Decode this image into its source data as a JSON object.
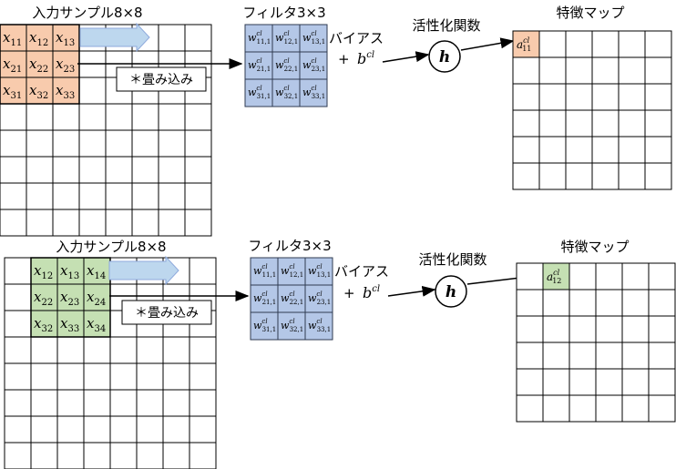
{
  "colors": {
    "input_fill": "#f8cbad",
    "input_fill_2": "#c5e0b3",
    "filter_fill": "#b4c7e7",
    "arrow_fill": "#bdd7ee",
    "arrow_stroke": "#8faadc",
    "output_fill_1": "#f8cbad",
    "output_fill_2": "#c5e0b3"
  },
  "panels": [
    {
      "input_title": "入力サンプル8×8",
      "input_cells": [
        [
          {
            "main": "x",
            "sub": "11"
          },
          {
            "main": "x",
            "sub": "12"
          },
          {
            "main": "x",
            "sub": "13"
          }
        ],
        [
          {
            "main": "x",
            "sub": "21"
          },
          {
            "main": "x",
            "sub": "22"
          },
          {
            "main": "x",
            "sub": "23"
          }
        ],
        [
          {
            "main": "x",
            "sub": "31"
          },
          {
            "main": "x",
            "sub": "32"
          },
          {
            "main": "x",
            "sub": "33"
          }
        ]
      ],
      "conv_label": "＊畳み込み",
      "filter_title": "フィルタ3×3",
      "filter_cells": [
        [
          {
            "sub": "11,1",
            "sup": "cl"
          },
          {
            "sub": "12,1",
            "sup": "cl"
          },
          {
            "sub": "13,1",
            "sup": "cl"
          }
        ],
        [
          {
            "sub": "21,1",
            "sup": "cl"
          },
          {
            "sub": "22,1",
            "sup": "cl"
          },
          {
            "sub": "23,1",
            "sup": "cl"
          }
        ],
        [
          {
            "sub": "31,1",
            "sup": "cl"
          },
          {
            "sub": "32,1",
            "sup": "cl"
          },
          {
            "sub": "33,1",
            "sup": "cl"
          }
        ]
      ],
      "filter_main": "w",
      "bias_label": "バイアス",
      "bias_plus": "+",
      "bias_symbol": "b",
      "bias_sup": "cl",
      "activation_title": "活性化関数",
      "activation_symbol": "h",
      "feature_title": "特徴マップ",
      "feature_cell": {
        "main": "a",
        "sub": "11",
        "sup": "cl"
      }
    },
    {
      "input_title": "入力サンプル8×8",
      "input_cells": [
        [
          {
            "main": "x",
            "sub": "12"
          },
          {
            "main": "x",
            "sub": "13"
          },
          {
            "main": "x",
            "sub": "14"
          }
        ],
        [
          {
            "main": "x",
            "sub": "22"
          },
          {
            "main": "x",
            "sub": "23"
          },
          {
            "main": "x",
            "sub": "24"
          }
        ],
        [
          {
            "main": "x",
            "sub": "32"
          },
          {
            "main": "x",
            "sub": "33"
          },
          {
            "main": "x",
            "sub": "34"
          }
        ]
      ],
      "conv_label": "＊畳み込み",
      "filter_title": "フィルタ3×3",
      "filter_cells": [
        [
          {
            "sub": "11,1",
            "sup": "cl"
          },
          {
            "sub": "12,1",
            "sup": "cl"
          },
          {
            "sub": "13,1",
            "sup": "cl"
          }
        ],
        [
          {
            "sub": "21,1",
            "sup": "cl"
          },
          {
            "sub": "22,1",
            "sup": "cl"
          },
          {
            "sub": "23,1",
            "sup": "cl"
          }
        ],
        [
          {
            "sub": "31,1",
            "sup": "cl"
          },
          {
            "sub": "32,1",
            "sup": "cl"
          },
          {
            "sub": "33,1",
            "sup": "cl"
          }
        ]
      ],
      "filter_main": "w",
      "bias_label": "バイアス",
      "bias_plus": "+",
      "bias_symbol": "b",
      "bias_sup": "cl",
      "activation_title": "活性化関数",
      "activation_symbol": "h",
      "feature_title": "特徴マップ",
      "feature_cell": {
        "main": "a",
        "sub": "12",
        "sup": "cl"
      }
    }
  ]
}
